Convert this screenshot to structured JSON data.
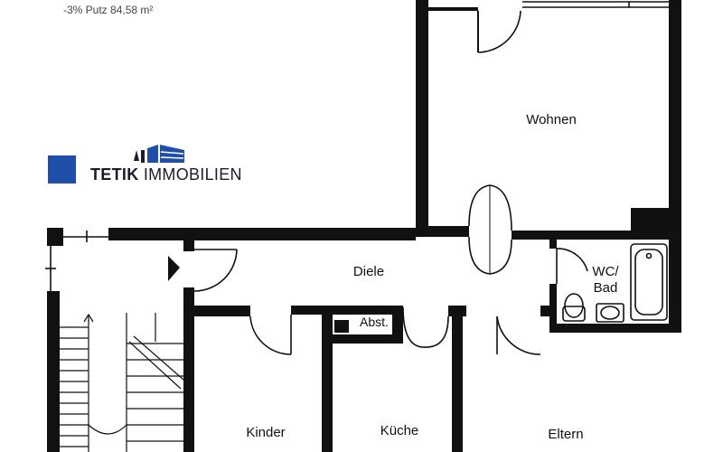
{
  "area_note": "-3% Putz 84,58 m²",
  "logo": {
    "name_bold": "TETIK",
    "name_light": "IMMOBILIEN",
    "accent_color": "#1f4ea8"
  },
  "rooms": {
    "wohnen": "Wohnen",
    "diele": "Diele",
    "wc_line1": "WC/",
    "wc_line2": "Bad",
    "abst": "Abst.",
    "kinder": "Kinder",
    "kueche": "Küche",
    "eltern": "Eltern"
  },
  "colors": {
    "wall": "#111111",
    "accent": "#1f4ea8"
  }
}
